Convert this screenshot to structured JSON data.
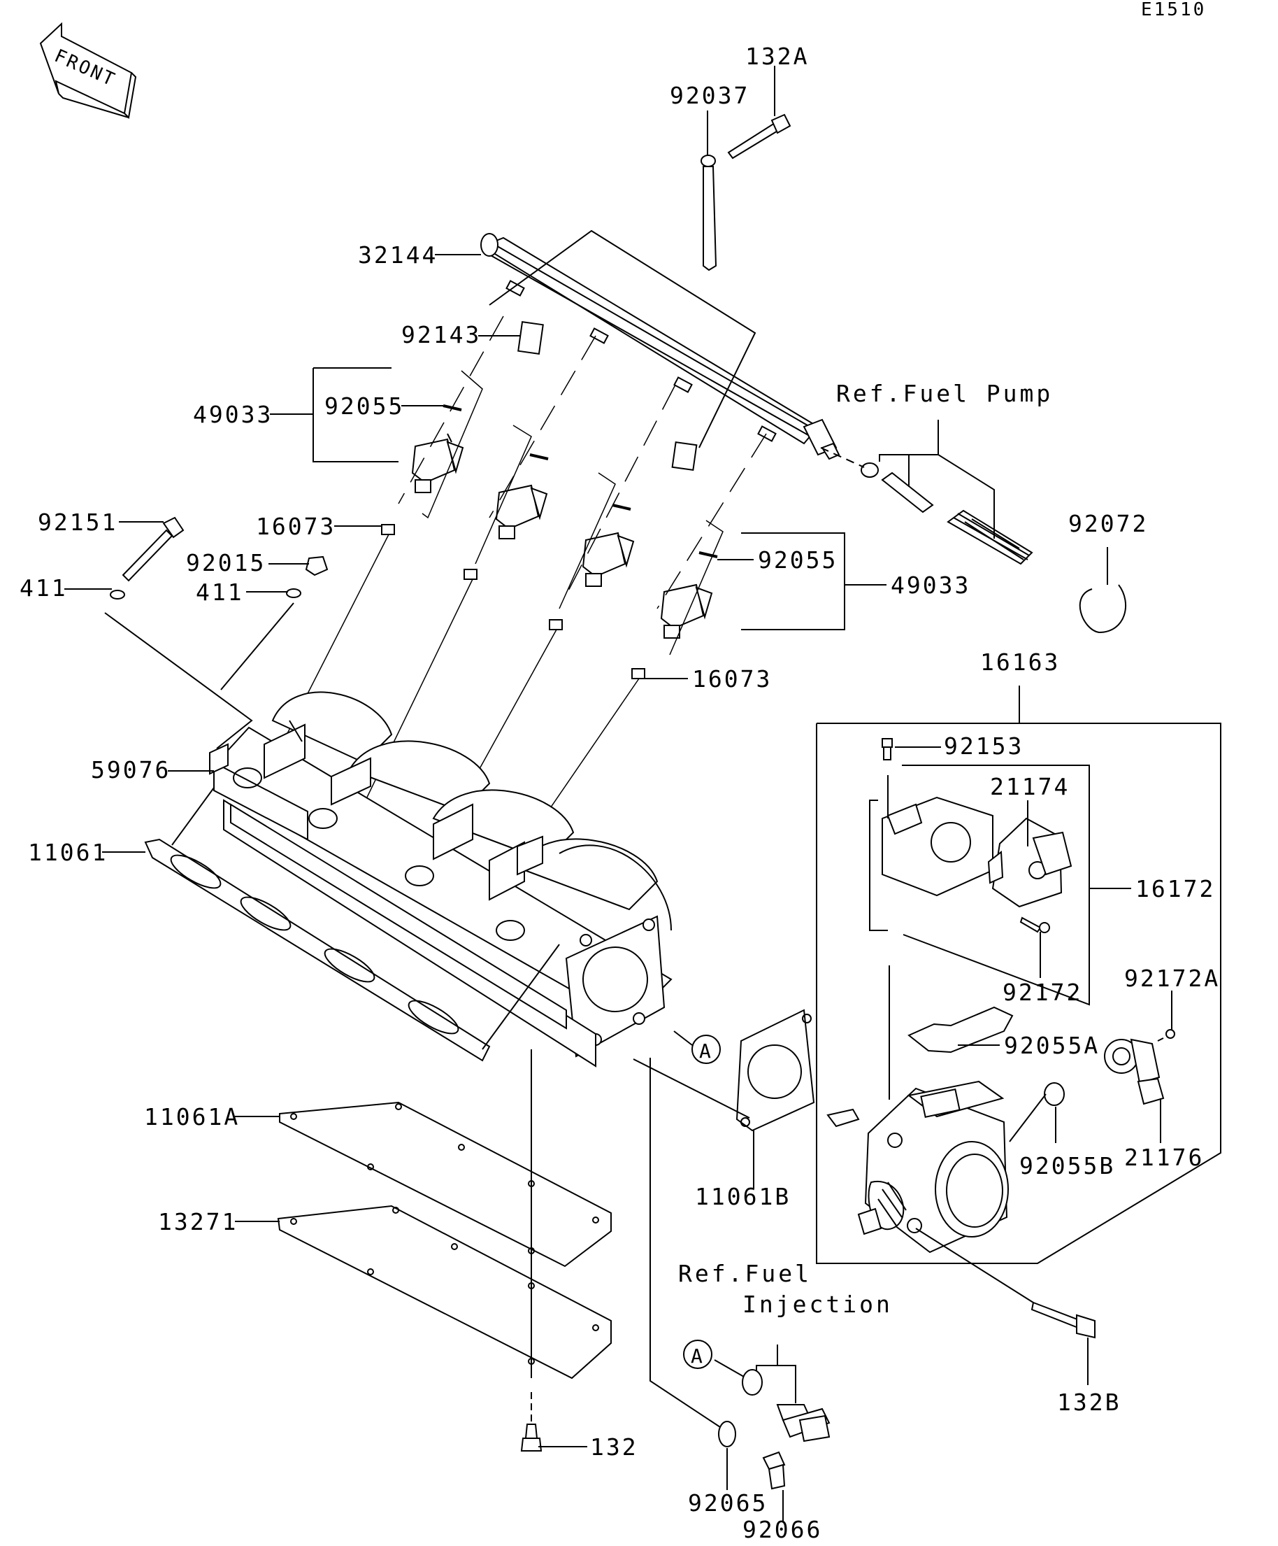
{
  "diagram": {
    "code": "E1510",
    "front_label": "FRONT",
    "refs": {
      "fuel_pump": "Ref.Fuel Pump",
      "fuel_injection_line1": "Ref.Fuel",
      "fuel_injection_line2": "Injection"
    },
    "callout_letter": "A",
    "parts": {
      "p132A": "132A",
      "p92037": "92037",
      "p32144": "32144",
      "p92143": "92143",
      "p49033": "49033",
      "p92055": "92055",
      "p16073": "16073",
      "p92151": "92151",
      "p92015": "92015",
      "p411": "411",
      "p92072": "92072",
      "p16163": "16163",
      "p59076": "59076",
      "p92153": "92153",
      "p21174": "21174",
      "p16172": "16172",
      "p11061": "11061",
      "p92172": "92172",
      "p92172A": "92172A",
      "p92055A": "92055A",
      "p92055B": "92055B",
      "p21176": "21176",
      "p11061B": "11061B",
      "p11061A": "11061A",
      "p13271": "13271",
      "p132B": "132B",
      "p132": "132",
      "p92065": "92065",
      "p92066": "92066"
    }
  }
}
